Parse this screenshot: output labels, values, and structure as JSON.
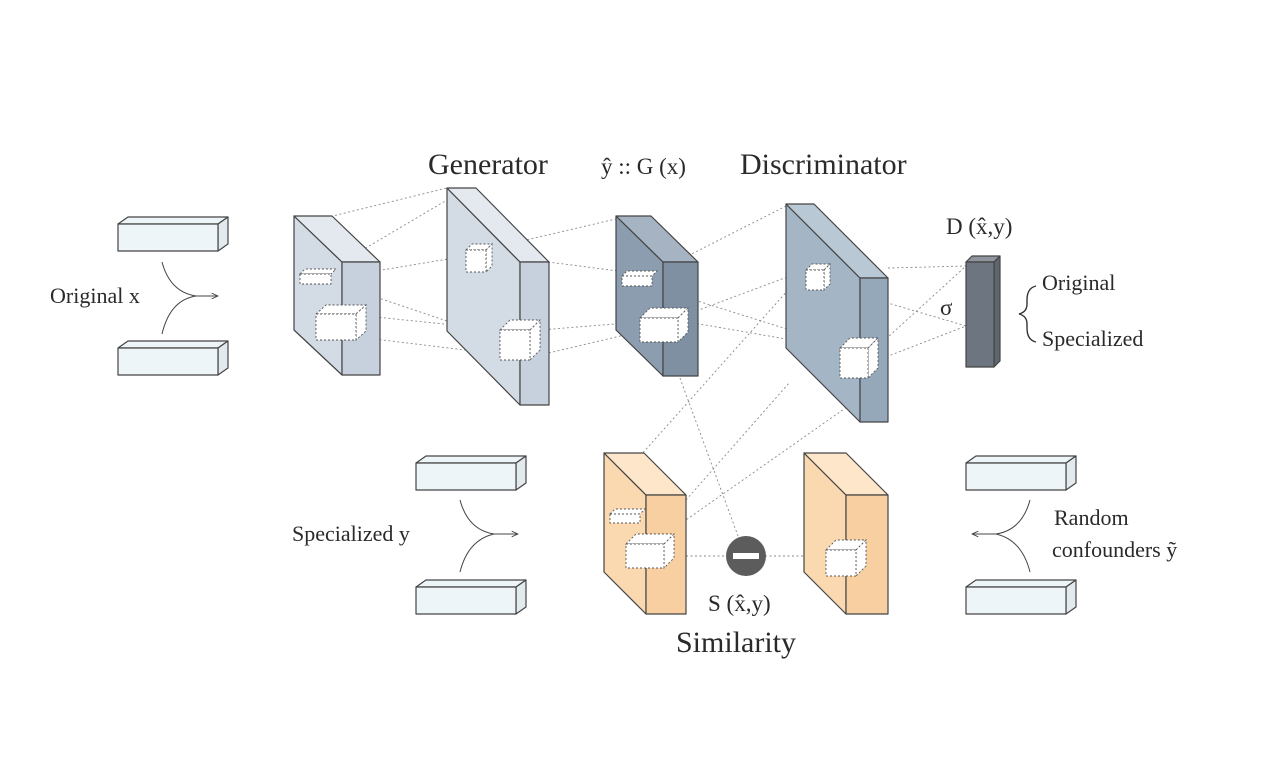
{
  "labels": {
    "generator": "Generator",
    "generator_output": "ŷ :: G (x)",
    "discriminator": "Discriminator",
    "discriminator_output": "D (x̂,y)",
    "sigma": "σ",
    "class_original": "Original",
    "class_specialized": "Specialized",
    "input_original": "Original x",
    "input_specialized": "Specialized y",
    "random_line1": "Random",
    "random_line2": "confounders ỹ",
    "similarity_value": "S (x̂,y)",
    "similarity": "Similarity"
  },
  "colors": {
    "bar_fill": "#eef5f8",
    "gen_layer_light": "#d3dbe5",
    "gen_layer_mid": "#c4cedb",
    "gen_output": "#8c9db0",
    "disc_layer": "#a4b6c6",
    "disc_output": "#6d7680",
    "similarity_layer": "#fad9b1",
    "minus_node": "#5c5c5c"
  },
  "icons": {
    "minus": "minus-circle-icon",
    "curved_arrow": "curved-merge-arrow-icon"
  }
}
